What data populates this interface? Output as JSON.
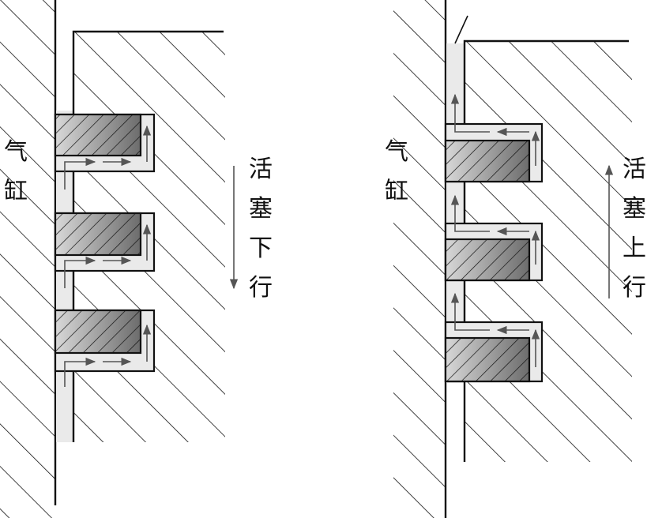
{
  "colors": {
    "stroke": "#111111",
    "gap_fill": "#eaeaea",
    "ring_dark": "#6c6c6c",
    "ring_light": "#d8d8d8",
    "arrow": "#555555",
    "background": "#ffffff"
  },
  "left_panel": {
    "cylinder_label": [
      "气",
      "缸"
    ],
    "motion_label": [
      "活",
      "塞",
      "下",
      "行"
    ],
    "motion_direction": "down",
    "ring_count": 3
  },
  "right_panel": {
    "cylinder_label": [
      "气",
      "缸"
    ],
    "motion_label": [
      "活",
      "塞",
      "上",
      "行"
    ],
    "motion_direction": "up",
    "ring_count": 3
  }
}
